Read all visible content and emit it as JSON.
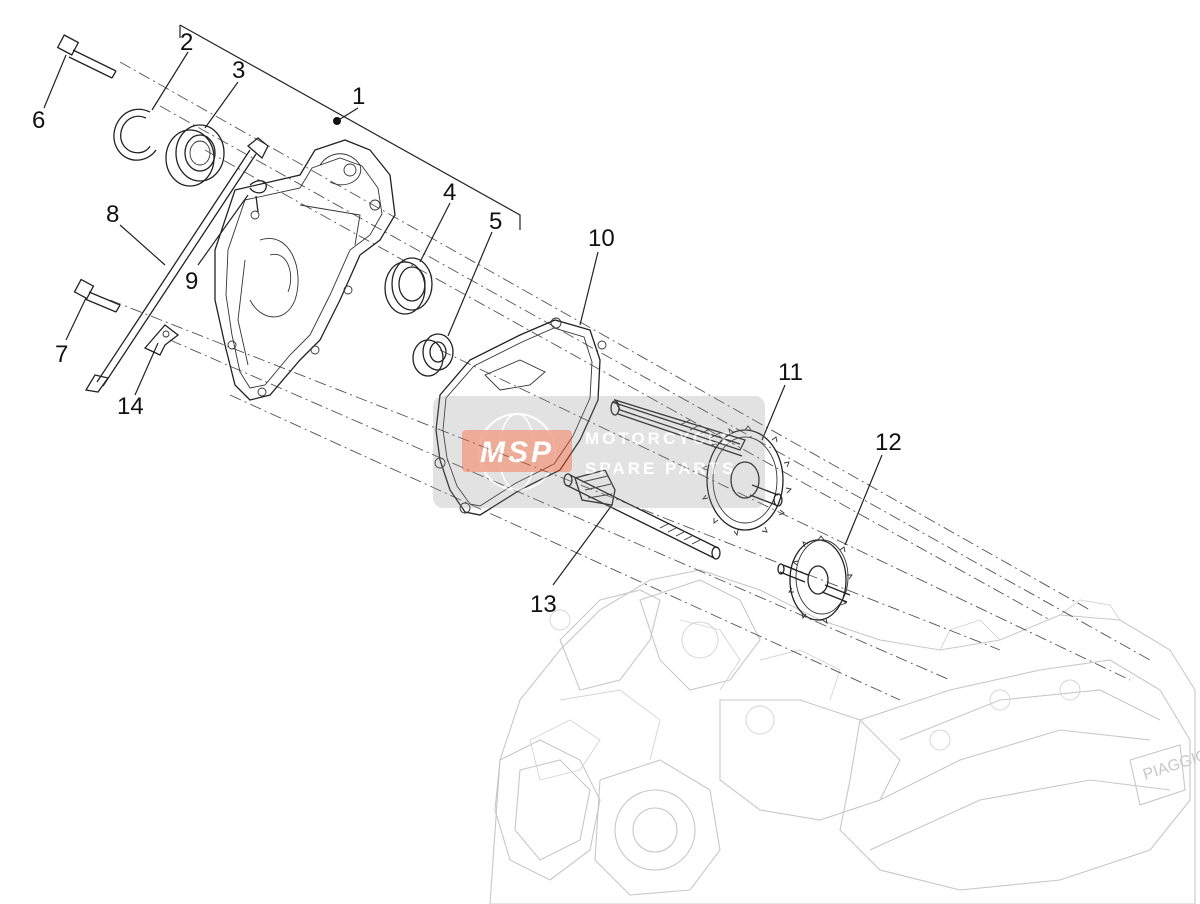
{
  "labels": [
    {
      "id": "1",
      "text": "1"
    },
    {
      "id": "2",
      "text": "2"
    },
    {
      "id": "3",
      "text": "3"
    },
    {
      "id": "4",
      "text": "4"
    },
    {
      "id": "5",
      "text": "5"
    },
    {
      "id": "6",
      "text": "6"
    },
    {
      "id": "7",
      "text": "7"
    },
    {
      "id": "8",
      "text": "8"
    },
    {
      "id": "9",
      "text": "9"
    },
    {
      "id": "10",
      "text": "10"
    },
    {
      "id": "11",
      "text": "11"
    },
    {
      "id": "12",
      "text": "12"
    },
    {
      "id": "13",
      "text": "13"
    },
    {
      "id": "14",
      "text": "14"
    }
  ],
  "watermark": {
    "logo": "MSP",
    "line1": "MOTORCYCLE",
    "line2": "SPARE PARTS",
    "accent_color": "#e4572e"
  },
  "engine_brand": "PIAGGIO",
  "colors": {
    "ink": "#222222",
    "ghost": "#c8c8c8"
  }
}
